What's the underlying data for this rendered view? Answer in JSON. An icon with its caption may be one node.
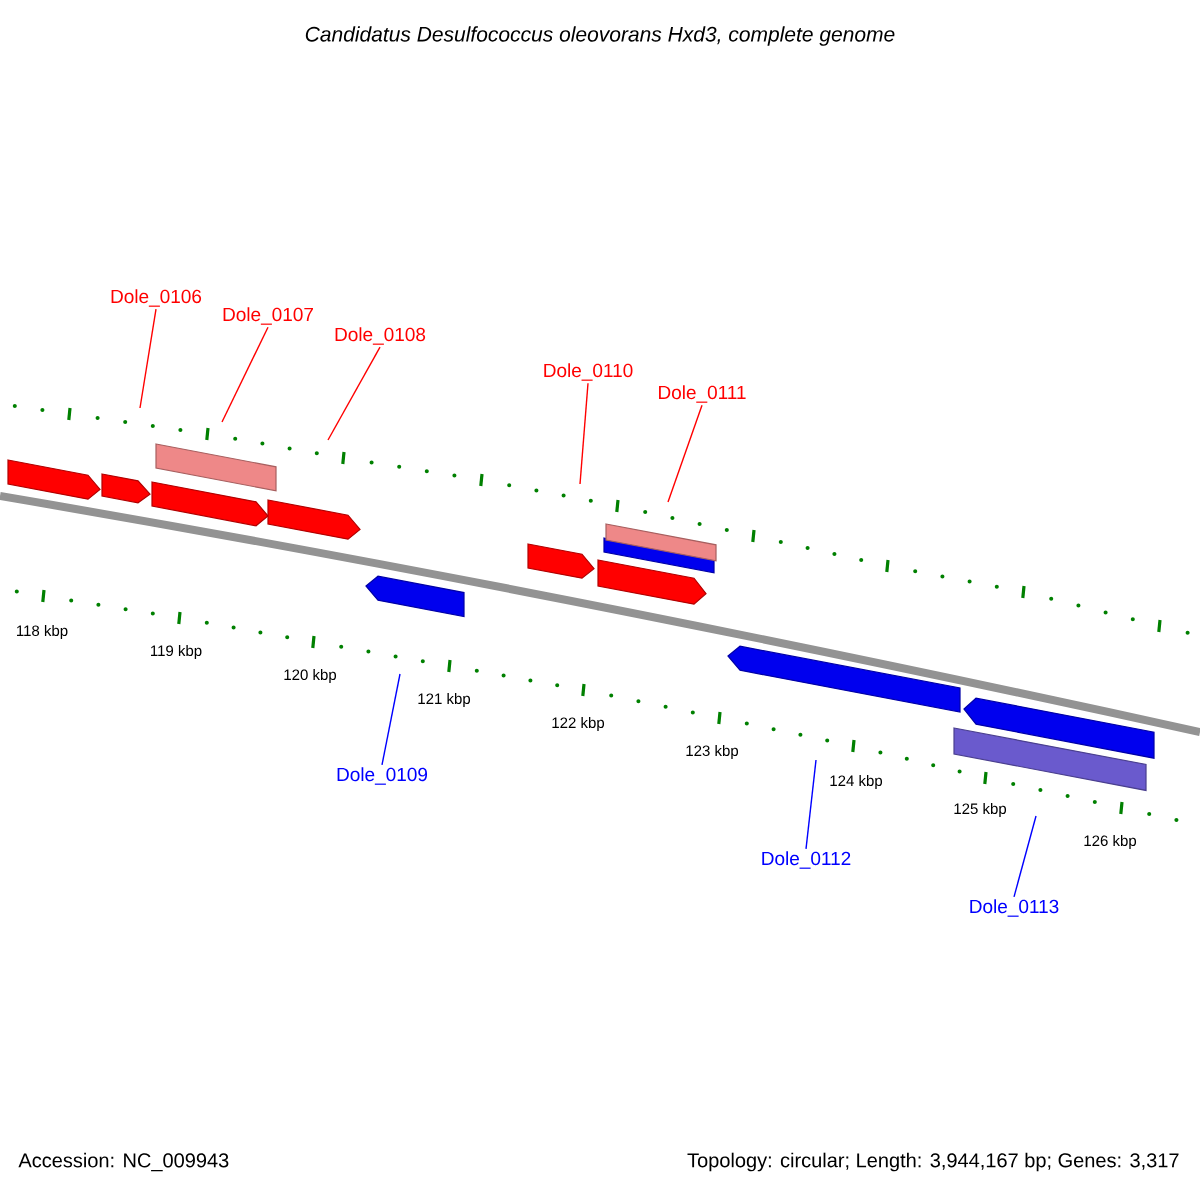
{
  "diagram": {
    "title": "Candidatus Desulfococcus oleovorans Hxd3, complete genome",
    "nodes": [
      {
        "text": [
          "Dole_0106"
        ]
      },
      {
        "text": [
          "Dole_0107"
        ]
      },
      {
        "text": [
          "Dole_0108"
        ]
      },
      {
        "text": [
          "Dole_0110"
        ]
      },
      {
        "text": [
          "Dole_0111"
        ]
      },
      {
        "text": [
          "Dole_0109"
        ]
      },
      {
        "text": [
          "Dole_0112"
        ]
      },
      {
        "text": [
          "Dole_0113"
        ]
      },
      {
        "text": [],
        "shape": "pentagon"
      },
      {
        "text": [],
        "shape": "pentagon"
      },
      {
        "text": [],
        "shape": "pentagon"
      },
      {
        "text": [],
        "shape": "bar"
      },
      {
        "text": [],
        "shape": "pentagon"
      },
      {
        "text": [],
        "shape": "pentagon"
      },
      {
        "text": [],
        "shape": "pentagon"
      },
      {
        "text": [],
        "shape": "pentagon"
      },
      {
        "text": [],
        "shape": "bar"
      },
      {
        "text": [],
        "shape": "bar"
      },
      {
        "text": [],
        "shape": "pentagon"
      },
      {
        "text": [],
        "shape": "bar"
      },
      {
        "text": [],
        "shape": "pentagon"
      }
    ],
    "edges": [
      {
        "from": 0,
        "to": null,
        "arrow": "none"
      },
      {
        "from": 1,
        "to": null,
        "arrow": "none"
      },
      {
        "from": 2,
        "to": null,
        "arrow": "none"
      },
      {
        "from": 3,
        "to": null,
        "arrow": "none"
      },
      {
        "from": 4,
        "to": null,
        "arrow": "none"
      },
      {
        "from": 5,
        "to": null,
        "arrow": "none",
        "color": "#0000ff"
      },
      {
        "from": 6,
        "to": null,
        "arrow": "none",
        "color": "#0000ff"
      },
      {
        "from": 7,
        "to": null,
        "arrow": "none",
        "color": "#0000ff"
      }
    ],
    "labels": [
      "118 kbp",
      "119 kbp",
      "120 kbp",
      "121 kbp",
      "122 kbp",
      "123 kbp",
      "124 kbp",
      "125 kbp",
      "126 kbp",
      "Accession: NC_009943",
      "Topology: circular; Length: 3,944,167 bp; Genes: 3,317"
    ]
  }
}
